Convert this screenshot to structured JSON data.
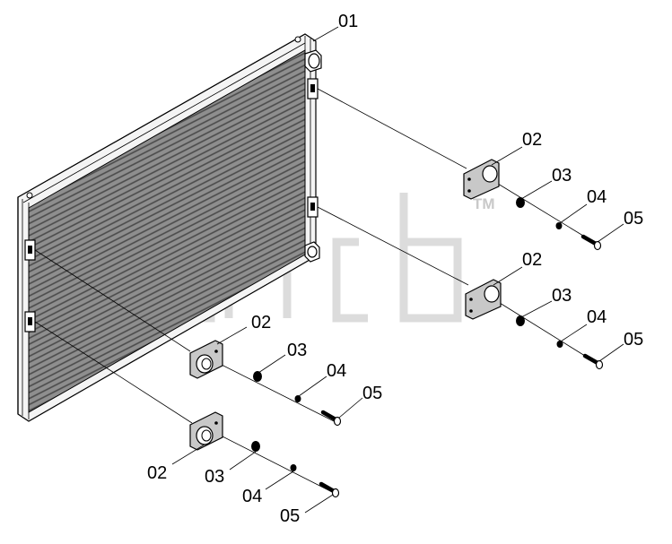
{
  "diagram": {
    "type": "exploded-parts-view",
    "watermark_mark": "TM",
    "part_numbers": {
      "radiator": "01",
      "bracket_upper_right": "02",
      "washer_upper_right": "03",
      "nut_upper_right": "04",
      "bolt_upper_right": "05",
      "bracket_mid_right": "02",
      "washer_mid_right": "03",
      "nut_mid_right": "04",
      "bolt_mid_right": "05",
      "bracket_mid_left": "02",
      "washer_mid_left": "03",
      "nut_mid_left": "04",
      "bolt_mid_left": "05",
      "bracket_lower_left": "02",
      "washer_lower_left": "03",
      "nut_lower_left": "04",
      "bolt_lower_left": "05"
    }
  }
}
